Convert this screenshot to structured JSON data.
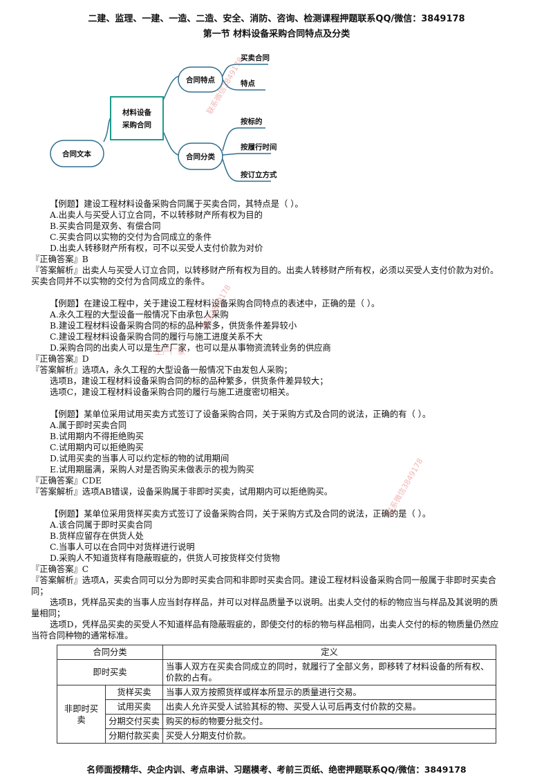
{
  "header": {
    "banner": "二建、监理、一建、一造、二造、安全、消防、咨询、检测课程押题联系QQ/微信：3849178",
    "section_title": "第一节   材料设备采购合同特点及分类"
  },
  "mindmap": {
    "center": [
      "材料设备",
      "采购合同"
    ],
    "left": "合同文本",
    "branch_top": "合同特点",
    "branch_bottom": "合同分类",
    "top_leaves": [
      "买卖合同",
      "特点"
    ],
    "bottom_leaves": [
      "按标的",
      "按履行时间",
      "按订立方式"
    ],
    "colors": {
      "stroke": "#2f6e8e",
      "center_border": "#1b9a8a"
    }
  },
  "lines": [
    "【例题】建设工程材料设备采购合同属于买卖合同，其特点是（    ）。",
    "A.出卖人与买受人订立合同，不以转移财产所有权为目的",
    "B.买卖合同是双务、有偿合同",
    "C.买卖合同以实物的交付为合同成立的条件",
    "D.出卖人转移财产所有权，可不以买受人支付价款为对价",
    "『正确答案』B",
    "『答案解析』出卖人与买受人订立合同，以转移财产所有权为目的。出卖人转移财产所有权，必须以买受人支付价款为对价。",
    "买卖合同并不以实物的交付为合同成立的条件。",
    "【例题】在建设工程中，关于建设工程材料设备采购合同特点的表述中，正确的是（    ）。",
    "A.永久工程的大型设备一般情况下由承包人采购",
    "B.建设工程材料设备采购合同的标的品种繁多，供货条件差异较小",
    "C.建设工程材料设备采购合同的履行与施工进度关系不大",
    "D.采购合同的出卖人可以是生产厂家，也可以是从事物资流转业务的供应商",
    "『正确答案』D",
    "『答案解析』选项A，永久工程的大型设备一般情况下由发包人采购；",
    "选项B，建设工程材料设备采购合同的标的品种繁多，供货条件差异较大；",
    "选项C，建设工程材料设备采购合同的履行与施工进度密切相关。",
    "【例题】某单位采用试用买卖方式签订了设备采购合同，关于采购方式及合同的说法，正确的有（    ）。",
    "A.属于即时买卖合同",
    "B.试用期内不得拒绝购买",
    "C.试用期内可以拒绝购买",
    "D.试用买卖的当事人可以约定标的物的试用期间",
    "E.试用期届满，采购人对是否购买未做表示的视为购买",
    "『正确答案』CDE",
    "『答案解析』选项AB错误，设备采购属于非即时买卖，试用期内可以拒绝购买。",
    "【例题】某单位采用货样买卖方式签订了设备采购合同，关于采购方式及合同的说法，正确的是（    ）。",
    "A.该合同属于即时买卖合同",
    "B.货样应留存在供货人处",
    "C.当事人可以在合同中对货样进行说明",
    "D.采购人不知道货样有隐蔽瑕疵的，供货人可按货样交付货物",
    "『正确答案』C",
    "『答案解析』选项A，买卖合同可以分为即时买卖合同和非即时买卖合同。建设工程材料设备采购合同一般属于非即时买卖合",
    "同；",
    "选项B，凭样品买卖的当事人应当封存样品，并可以对样品质量予以说明。出卖人交付的标的物应当与样品及其说明的质",
    "量相同；",
    "选项D，凭样品买卖的买受人不知道样品有隐蔽瑕疵的，即使交付的标的物与样品相同，出卖人交付的标的物质量仍然应",
    "当符合同种物的通常标准。"
  ],
  "table": {
    "headers": [
      "合同分类",
      "定义"
    ],
    "immediate_label": "即时买卖",
    "immediate_def": "当事人双方在买卖合同成立的同时，就履行了全部义务，即移转了材料设备的所有权、价款的占有。",
    "non_immediate_label": "非即时买卖",
    "rows": [
      {
        "type": "货样买卖",
        "def": "当事人双方按照货样或样本所显示的质量进行交易。"
      },
      {
        "type": "试用买卖",
        "def": "出卖人允许买受人试验其标的物、买受人认可后再支付价款的交易。"
      },
      {
        "type": "分期交付买卖",
        "def": "购买的标的物要分批交付。"
      },
      {
        "type": "分期付款买卖",
        "def": "买受人分期支付价款。"
      }
    ]
  },
  "footer": "名师面授精华、央企内训、考点串讲、习题模考、考前三页纸、绝密押题联系QQ/微信：3849178",
  "watermarks": [
    "微信3849178",
    "生产厂家",
    "联系微信3849178",
    "联系微信3849178"
  ]
}
